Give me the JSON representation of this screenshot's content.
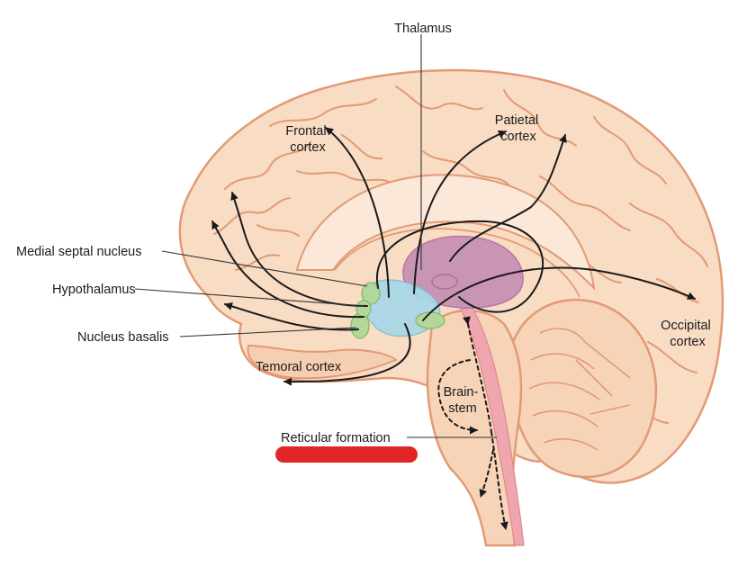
{
  "labels": {
    "thalamus": "Thalamus",
    "frontal": [
      "Frontal",
      "cortex"
    ],
    "parietal": [
      "Patietal",
      "cortex"
    ],
    "medial_septal": "Medial septal nucleus",
    "hypothalamus": "Hypothalamus",
    "nucleus_basalis": "Nucleus basalis",
    "temporal": "Temoral cortex",
    "occipital": [
      "Occipital",
      "cortex"
    ],
    "brainstem": [
      "Brain-",
      "stem"
    ],
    "reticular": "Reticular formation"
  },
  "colors": {
    "brain_fill": "#f9dcc4",
    "brain_outline": "#e29a76",
    "thalamus": "#c690b4",
    "hypothalamus": "#a9d7e6",
    "nuclei": "#b3d79b",
    "reticular_bar": "#e02626",
    "spinal_cord": "#f0a6ae",
    "arrows": "#1a1a1a"
  }
}
